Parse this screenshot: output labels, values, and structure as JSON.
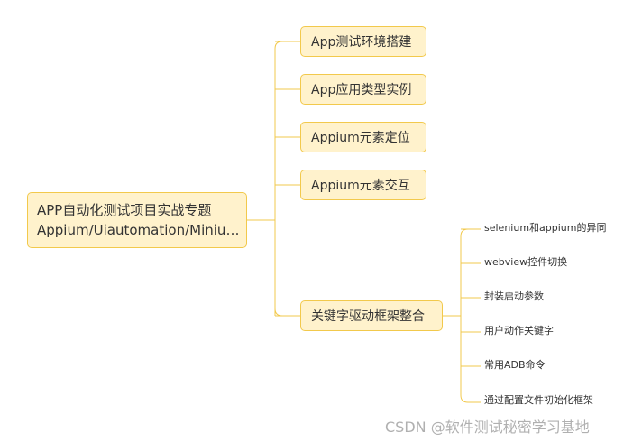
{
  "root": {
    "line1": "APP自动化测试项目实战专题",
    "line2": "Appium/Uiautomation/Minium..."
  },
  "branches": [
    {
      "label": "App测试环境搭建"
    },
    {
      "label": "App应用类型实例"
    },
    {
      "label": "Appium元素定位"
    },
    {
      "label": "Appium元素交互"
    },
    {
      "label": "关键字驱动框架整合"
    }
  ],
  "leaves": [
    {
      "label": "selenium和appium的异同"
    },
    {
      "label": "webview控件切换"
    },
    {
      "label": "封装启动参数"
    },
    {
      "label": "用户动作关键字"
    },
    {
      "label": "常用ADB命令"
    },
    {
      "label": "通过配置文件初始化框架"
    }
  ],
  "watermark": "CSDN @软件测试秘密学习基地",
  "colors": {
    "node_fill": "#fff2cc",
    "node_border": "#f2c94c",
    "connector": "#f2c94c",
    "text": "#333333"
  }
}
